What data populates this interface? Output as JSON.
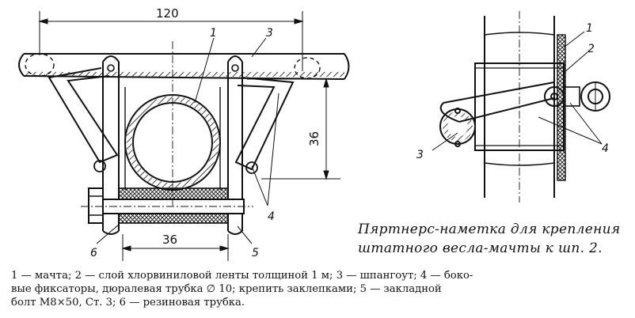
{
  "left_view": {
    "dim_width": "120",
    "dim_height": "36",
    "dim_bottom": "36",
    "labels": {
      "l1": "1",
      "l3": "3",
      "l4": "4",
      "l5": "5",
      "l6": "6"
    }
  },
  "right_view": {
    "labels": {
      "l1": "1",
      "l2": "2",
      "l3": "3",
      "l4": "4"
    }
  },
  "caption_right": {
    "line1": "Пяртнерс-наметка для крепления",
    "line2": "штатного весла-мачты к шп. 2."
  },
  "legend": {
    "line1": "1 — мачта; 2 — слой хлорвиниловой ленты толщиной 1 м; 3 — шпангоут; 4 — боко-",
    "line2": "вые фиксаторы, дюралевая трубка ∅ 10; крепить заклепками; 5 — закладной",
    "line3": "болт М8×50, Ст. 3; 6 — резиновая трубка."
  }
}
